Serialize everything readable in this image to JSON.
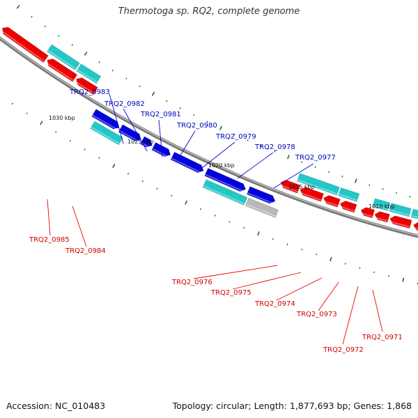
{
  "title": "Thermotoga sp. RQ2, complete genome",
  "footer": {
    "accession": "Accession: NC_010483",
    "summary": "Topology: circular; Length: 1,877,693 bp; Genes: 1,868"
  },
  "colors": {
    "forward_gene": "#0000dd",
    "forward_label": "#0000bb",
    "reverse_gene": "#ee0000",
    "reverse_label": "#cc0000",
    "rna_gene": "#22c8c8",
    "other_gene": "#b8b8b8",
    "backbone": "#7a7a7a",
    "tick": "#117711"
  },
  "scale": {
    "unit": "kbp",
    "labels": [
      "1030 kbp",
      "1025 kbp",
      "1020 kbp",
      "1015 kbp",
      "1010 kbp"
    ]
  },
  "gene_labels": {
    "forward": [
      "TRQ2_0983",
      "TRQ2_0982",
      "TRQ2_0981",
      "TRQ2_0980",
      "TRQ2_0979",
      "TRQ2_0978",
      "TRQ2_0977"
    ],
    "reverse": [
      "TRQ2_0985",
      "TRQ2_0984",
      "TRQ2_0976",
      "TRQ2_0975",
      "TRQ2_0974",
      "TRQ2_0973",
      "TRQ2_0972",
      "TRQ2_0971"
    ]
  }
}
